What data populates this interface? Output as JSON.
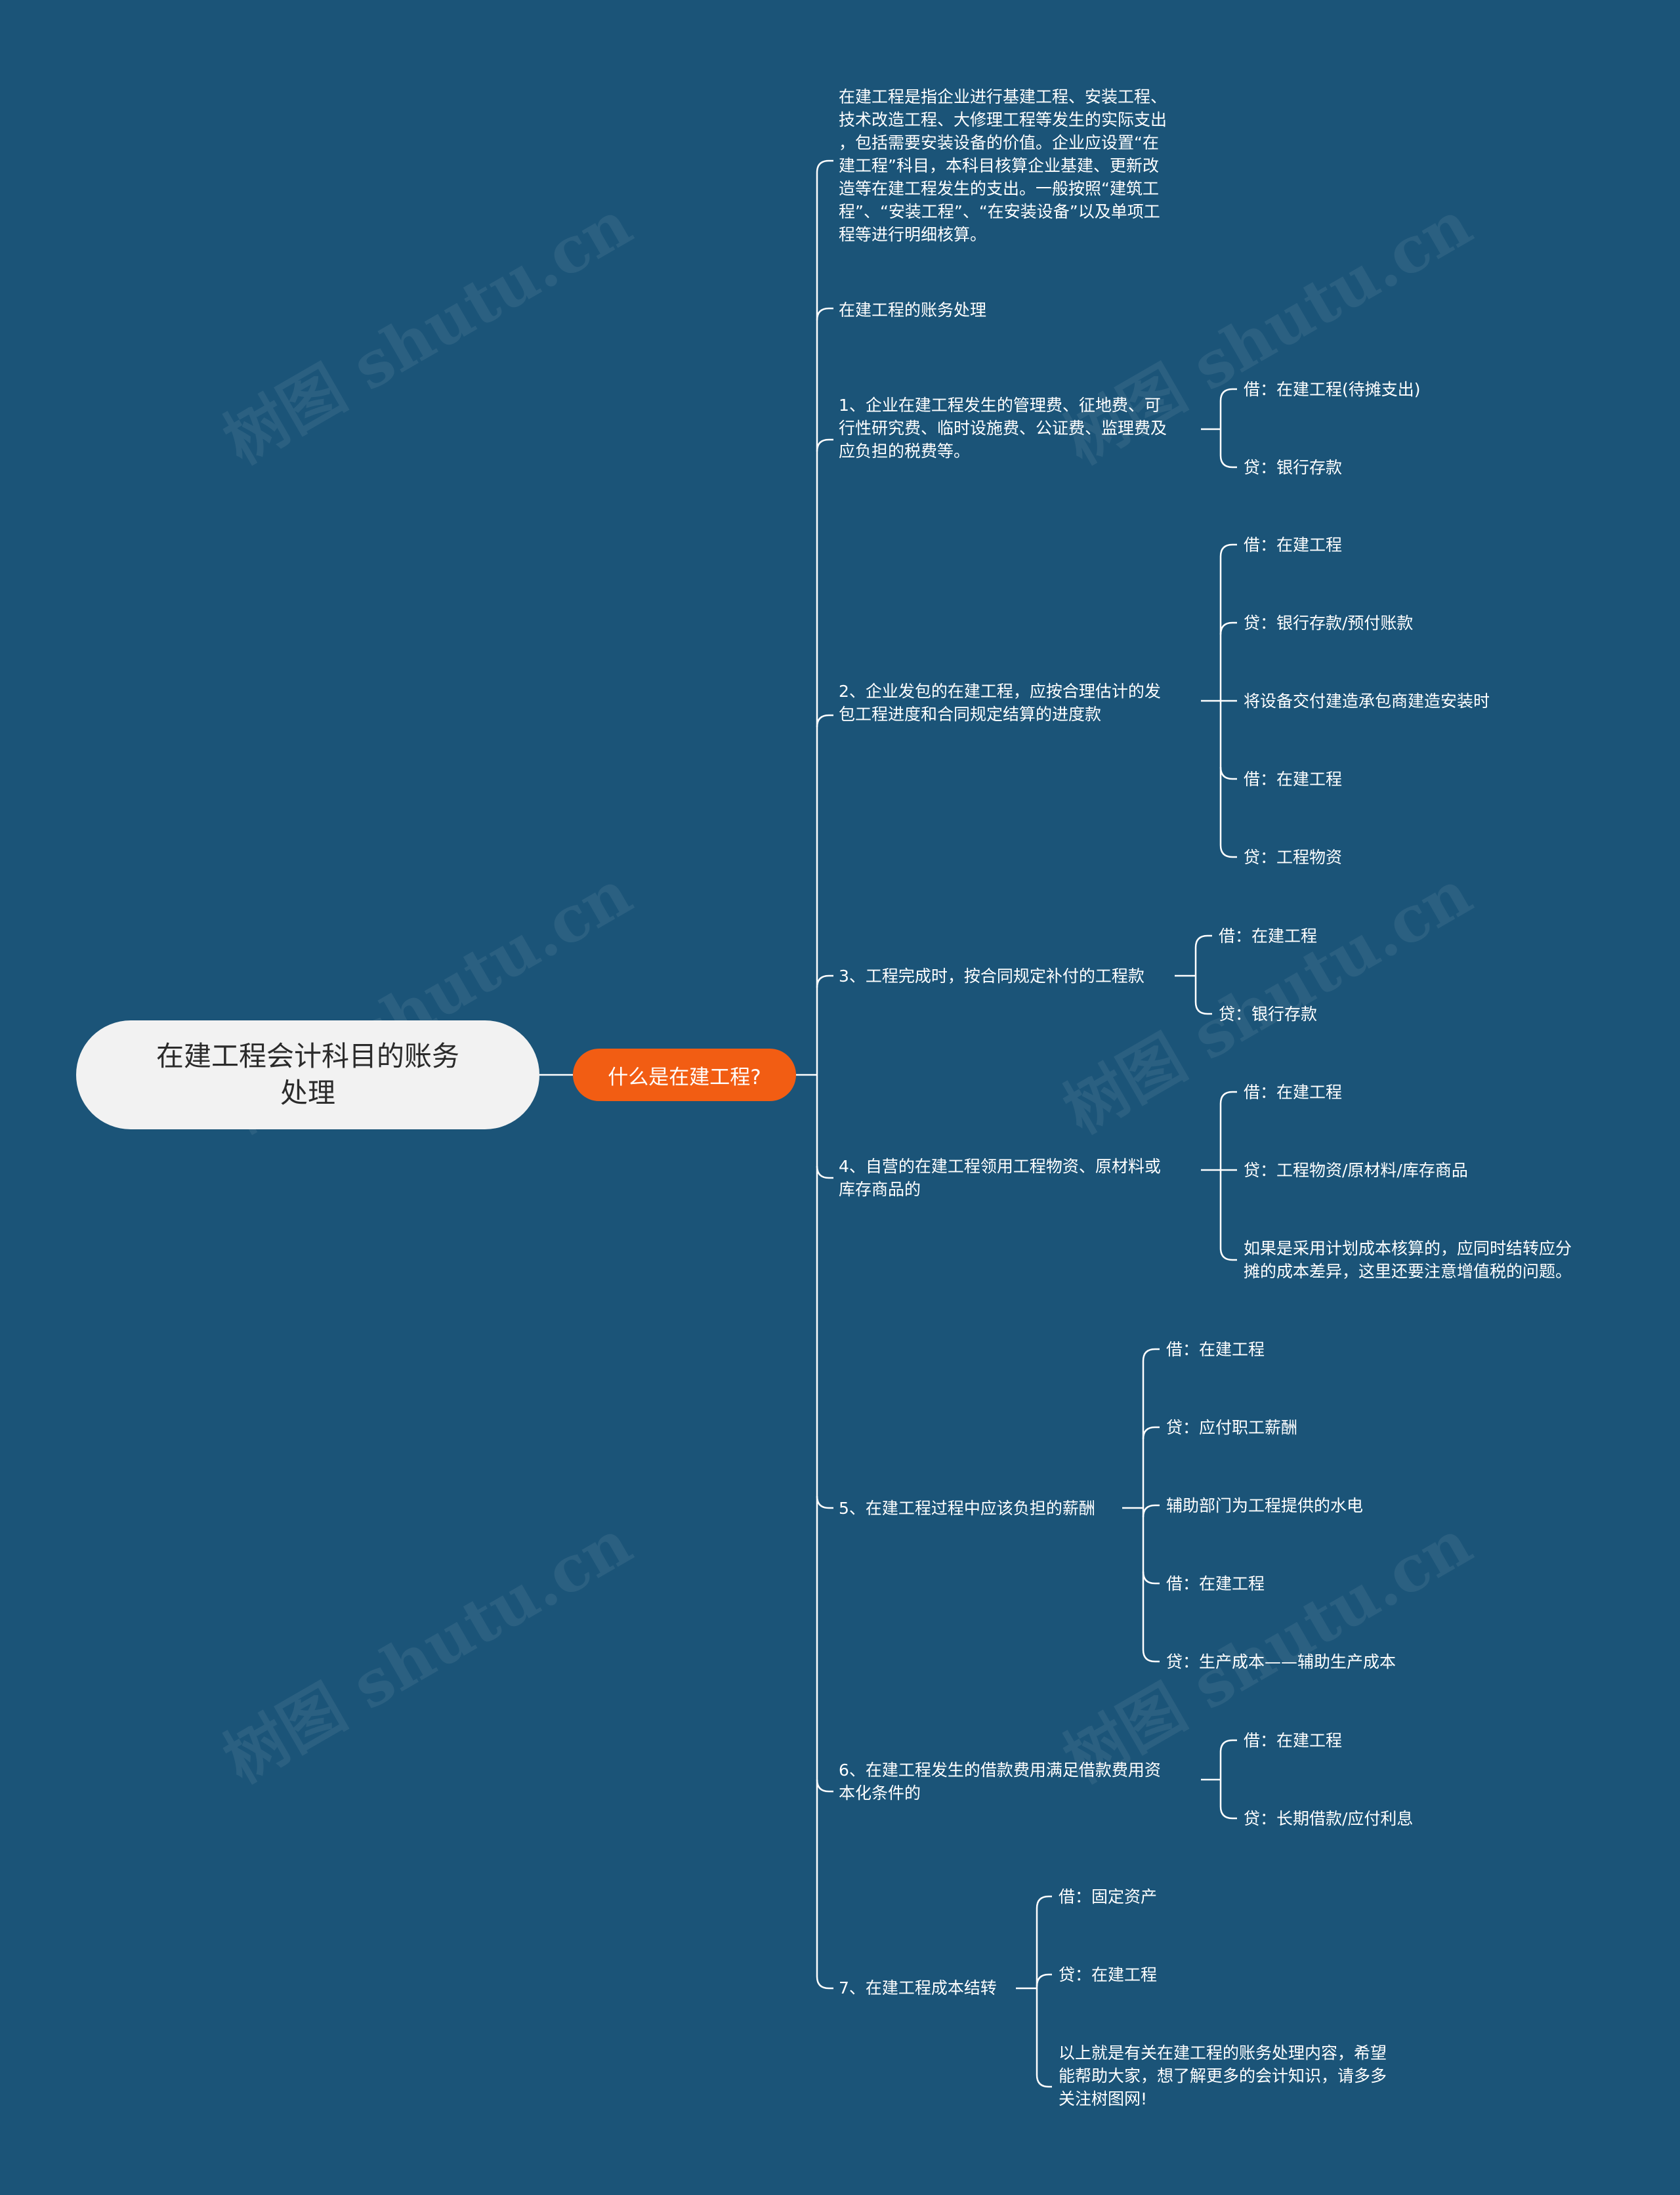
{
  "root": {
    "label": "在建工程会计科目的账务\n处理"
  },
  "topic": {
    "label": "什么是在建工程?"
  },
  "watermark": "树图 shutu.cn",
  "colors": {
    "background": "#1b5478",
    "line": "#ffffff",
    "root_fill": "#f2f2f2",
    "topic_fill": "#f25d13"
  },
  "branches": [
    {
      "text": "在建工程是指企业进行基建工程、安装工程、\n技术改造工程、大修理工程等发生的实际支出\n，包括需要安装设备的价值。企业应设置“在\n建工程”科目，本科目核算企业基建、更新改\n造等在建工程发生的支出。一般按照“建筑工\n程”、“安装工程”、“在安装设备”以及单项工\n程等进行明细核算。",
      "children": []
    },
    {
      "text": "在建工程的账务处理",
      "children": []
    },
    {
      "text": "1、企业在建工程发生的管理费、征地费、可\n行性研究费、临时设施费、公证费、监理费及\n应负担的税费等。",
      "children": [
        "借：在建工程(待摊支出)",
        "贷：银行存款"
      ]
    },
    {
      "text": "2、企业发包的在建工程，应按合理估计的发\n包工程进度和合同规定结算的进度款",
      "children": [
        "借：在建工程",
        "贷：银行存款/预付账款",
        "将设备交付建造承包商建造安装时",
        "借：在建工程",
        "贷：工程物资"
      ]
    },
    {
      "text": "3、工程完成时，按合同规定补付的工程款",
      "children": [
        "借：在建工程",
        "贷：银行存款"
      ]
    },
    {
      "text": "4、自营的在建工程领用工程物资、原材料或\n库存商品的",
      "children": [
        "借：在建工程",
        "贷：工程物资/原材料/库存商品",
        "如果是采用计划成本核算的，应同时结转应分\n摊的成本差异，这里还要注意增值税的问题。"
      ]
    },
    {
      "text": "5、在建工程过程中应该负担的薪酬",
      "children": [
        "借：在建工程",
        "贷：应付职工薪酬",
        "辅助部门为工程提供的水电",
        "借：在建工程",
        "贷：生产成本——辅助生产成本"
      ]
    },
    {
      "text": "6、在建工程发生的借款费用满足借款费用资\n本化条件的",
      "children": [
        "借：在建工程",
        "贷：长期借款/应付利息"
      ]
    },
    {
      "text": "7、在建工程成本结转",
      "children": [
        "借：固定资产",
        "贷：在建工程",
        "以上就是有关在建工程的账务处理内容，希望\n能帮助大家，想了解更多的会计知识，请多多\n关注树图网!"
      ]
    }
  ]
}
